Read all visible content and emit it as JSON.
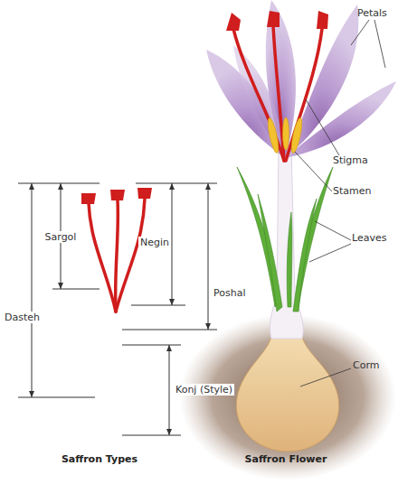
{
  "diagram": {
    "labels": [
      "Petals",
      "Stigma",
      "Stamen",
      "Leaves",
      "Corm",
      "Sargol",
      "Negin",
      "Poshal",
      "Dasteh",
      "Konj (Style)",
      "Saffron Types",
      "Saffron Flower"
    ]
  }
}
